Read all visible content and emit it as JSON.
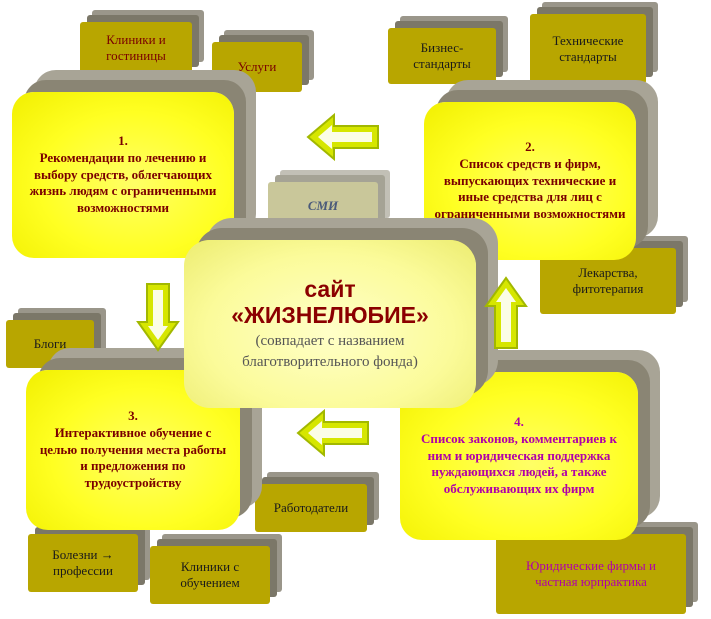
{
  "center": {
    "line1": "сайт",
    "line2": "«ЖИЗНЕЛЮБИЕ»",
    "sub1": "(совпадает с названием",
    "sub2": "благотворительного фонда)"
  },
  "blocks": [
    {
      "number": "1.",
      "text": "Рекомендации по лечению и выбору средств, облегчающих жизнь людям с ограниченными возможностями"
    },
    {
      "number": "2.",
      "text": "Список средств и фирм, выпускающих технические и иные средства для лиц с ограниченными возможностями"
    },
    {
      "number": "3.",
      "text": "Интерактивное обучение с целью получения места работы и предложения по трудоустройству"
    },
    {
      "number": "4.",
      "text": "Список законов, комментариев к ним и юридическая поддержка нуждающихся людей, а также обслуживающих их фирм"
    }
  ],
  "cubes": {
    "clinics_hotels": "Клиники и гостиницы",
    "services": "Услуги",
    "business_standards": "Бизнес-стандарты",
    "technical_standards": "Технические стандарты",
    "media": "СМИ",
    "medicines": "Лекарства, фитотерапия",
    "blogs": "Блоги",
    "employers": "Работодатели",
    "diseases_professions": "Болезни → профессии",
    "clinics_training": "Клиники с обучением",
    "law_firms": "Юридические фирмы и частная юрпрактика"
  },
  "colors": {
    "cube": "#b8a600",
    "block": "#ffff22",
    "arrow_fill": "#d6e600",
    "arrow_stroke": "#a2b800",
    "text_dark_red": "#7a0000",
    "text_magenta": "#b000a8"
  }
}
